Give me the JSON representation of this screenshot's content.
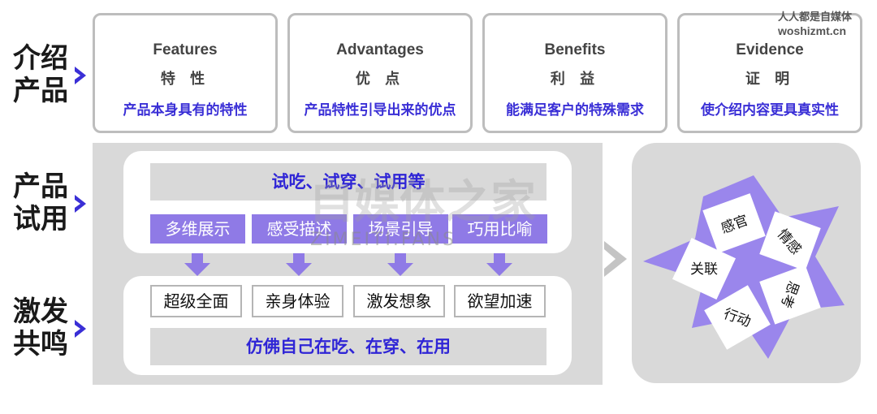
{
  "rows": [
    {
      "label": "介绍\n产品"
    },
    {
      "label": "产品\n试用"
    },
    {
      "label": "激发\n共鸣"
    }
  ],
  "fab": [
    {
      "en": "Features",
      "zh": "特 性",
      "desc": "产品本身具有的特性"
    },
    {
      "en": "Advantages",
      "zh": "优 点",
      "desc": "产品特性引导出来的优点"
    },
    {
      "en": "Benefits",
      "zh": "利 益",
      "desc": "能满足客户的特殊需求"
    },
    {
      "en": "Evidence",
      "zh": "证 明",
      "desc": "使介绍内容更具真实性"
    }
  ],
  "trial": {
    "header": "试吃、试穿、试用等",
    "methods": [
      "多维展示",
      "感受描述",
      "场景引导",
      "巧用比喻"
    ]
  },
  "resonance": {
    "effects": [
      "超级全面",
      "亲身体验",
      "激发想象",
      "欲望加速"
    ],
    "footer": "仿佛自己在吃、在穿、在用"
  },
  "star": {
    "petals": [
      "感官",
      "情感",
      "思考",
      "行动",
      "关联"
    ]
  },
  "watermark": {
    "site_cn": "人人都是自媒体",
    "site_url": "woshizmt.cn",
    "center_cn": "自媒体之家",
    "center_en": "ZIMEITI.FANS"
  },
  "colors": {
    "accent_blue": "#2f25d6",
    "purple": "#8f7ae6",
    "star_purple": "#9a86ec",
    "panel_gray": "#d9d9d9"
  }
}
